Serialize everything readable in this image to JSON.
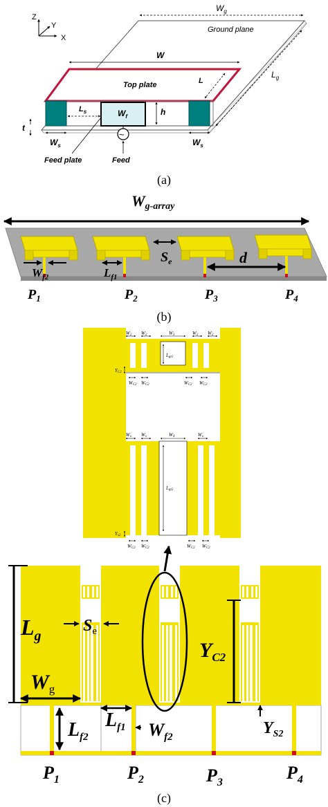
{
  "panel_a": {
    "axes": {
      "z": "Z",
      "y": "Y",
      "x": "X"
    },
    "wg": "W",
    "wg_sub": "g",
    "ground_plane": "Ground plane",
    "w": "W",
    "top_plate": "Top plate",
    "l": "L",
    "lg": "L",
    "lg_sub": "g",
    "ls": "L",
    "ls_sub": "s",
    "wf": "W",
    "wf_sub": "f",
    "h": "h",
    "t": "t",
    "ws_left": "W",
    "ws_left_sub": "s",
    "ws_right": "W",
    "ws_right_sub": "s",
    "feed_plate": "Feed plate",
    "feed": "Feed",
    "feed_symbol": "~",
    "caption": "(a)"
  },
  "panel_b": {
    "w_array": "W",
    "w_array_sub": "g-array",
    "wf2": "W",
    "wf2_sub": "f2",
    "lf1": "L",
    "lf1_sub": "f1",
    "se": "S",
    "se_sub": "e",
    "d": "d",
    "ports": [
      {
        "label": "P",
        "sub": "1"
      },
      {
        "label": "P",
        "sub": "2"
      },
      {
        "label": "P",
        "sub": "3"
      },
      {
        "label": "P",
        "sub": "4"
      }
    ],
    "caption": "(b)"
  },
  "panel_c_zoom": {
    "w2": "W",
    "w2_sub": "2",
    "w3": "W",
    "w3_sub": "3",
    "lgt1": "L",
    "lgt1_sub": "gt1",
    "yc2": "Y",
    "yc2_sub": "C2",
    "wc2": "W",
    "wc2_sub": "C2",
    "ws": "W",
    "ws_sub": "s",
    "w4": "W",
    "w4_sub": "4",
    "lgt2": "L",
    "lgt2_sub": "gt2",
    "ys2": "Y",
    "ys2_sub": "s2"
  },
  "panel_c": {
    "lg": "L",
    "lg_sub": "g",
    "se": "S",
    "se_sub": "e",
    "wg": "W",
    "wg_sub": "g",
    "yc2": "Y",
    "yc2_sub": "C2",
    "lf1": "L",
    "lf1_sub": "f1",
    "lf2": "L",
    "lf2_sub": "f2",
    "wf2": "W",
    "wf2_sub": "f2",
    "ys2": "Y",
    "ys2_sub": "S2",
    "ports": [
      {
        "label": "P",
        "sub": "1"
      },
      {
        "label": "P",
        "sub": "2"
      },
      {
        "label": "P",
        "sub": "3"
      },
      {
        "label": "P",
        "sub": "4"
      }
    ],
    "caption": "(c)"
  },
  "colors": {
    "yellow": "#f2e200",
    "teal": "#007f7f",
    "crimson": "#c0143c",
    "gray": "#a8a8a8",
    "red_feed": "#d01010"
  }
}
